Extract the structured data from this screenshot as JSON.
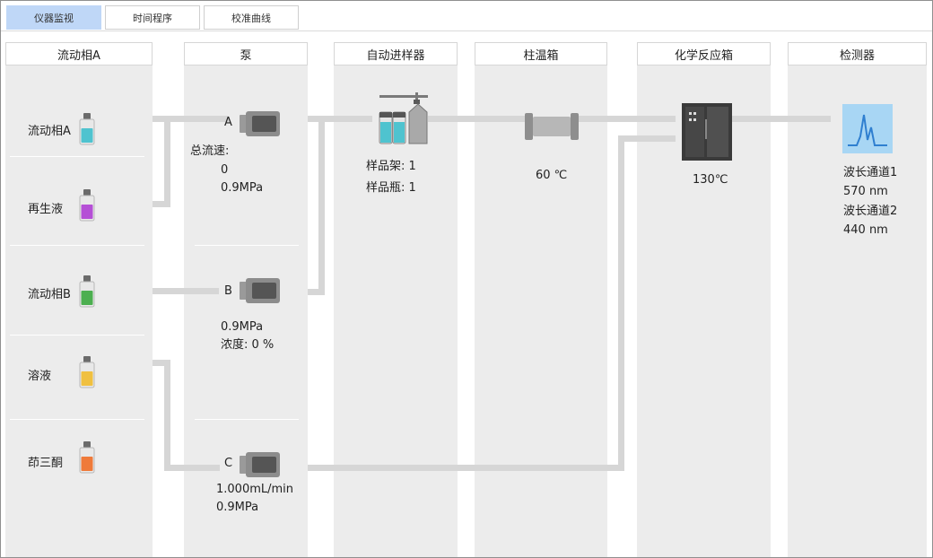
{
  "tabs": [
    {
      "label": "仪器监视",
      "active": true
    },
    {
      "label": "时间程序",
      "active": false
    },
    {
      "label": "校准曲线",
      "active": false
    }
  ],
  "columns": {
    "mobile": {
      "title": "流动相A"
    },
    "pump": {
      "title": "泵"
    },
    "sampler": {
      "title": "自动进样器"
    },
    "oven": {
      "title": "柱温箱"
    },
    "reactor": {
      "title": "化学反应箱"
    },
    "detector": {
      "title": "检测器"
    }
  },
  "reservoirs": [
    {
      "label": "流动相A",
      "color": "#4fc3cf"
    },
    {
      "label": "再生液",
      "color": "#b54fd6"
    },
    {
      "label": "流动相B",
      "color": "#4caf50"
    },
    {
      "label": "溶液",
      "color": "#f0c040"
    },
    {
      "label": "茚三酮",
      "color": "#ef7a3a"
    }
  ],
  "pumps": {
    "a": {
      "name": "A",
      "total_flow_label": "总流速:",
      "total_flow_value": "0",
      "pressure": "0.9MPa"
    },
    "b": {
      "name": "B",
      "pressure": "0.9MPa",
      "concentration": "浓度: 0 %"
    },
    "c": {
      "name": "C",
      "flow": "1.000mL/min",
      "pressure": "0.9MPa"
    }
  },
  "sampler": {
    "rack": "样品架:  1",
    "vial": "样品瓶:  1"
  },
  "oven": {
    "temperature": "60 ℃"
  },
  "reactor": {
    "temperature": "130℃"
  },
  "detector": {
    "channel1_label": "波长通道1",
    "channel1_value": "570 nm",
    "channel2_label": "波长通道2",
    "channel2_value": "440 nm"
  },
  "colors": {
    "accent": "#bfd7f7",
    "pipe": "#d6d6d6",
    "panel": "#ececec"
  }
}
